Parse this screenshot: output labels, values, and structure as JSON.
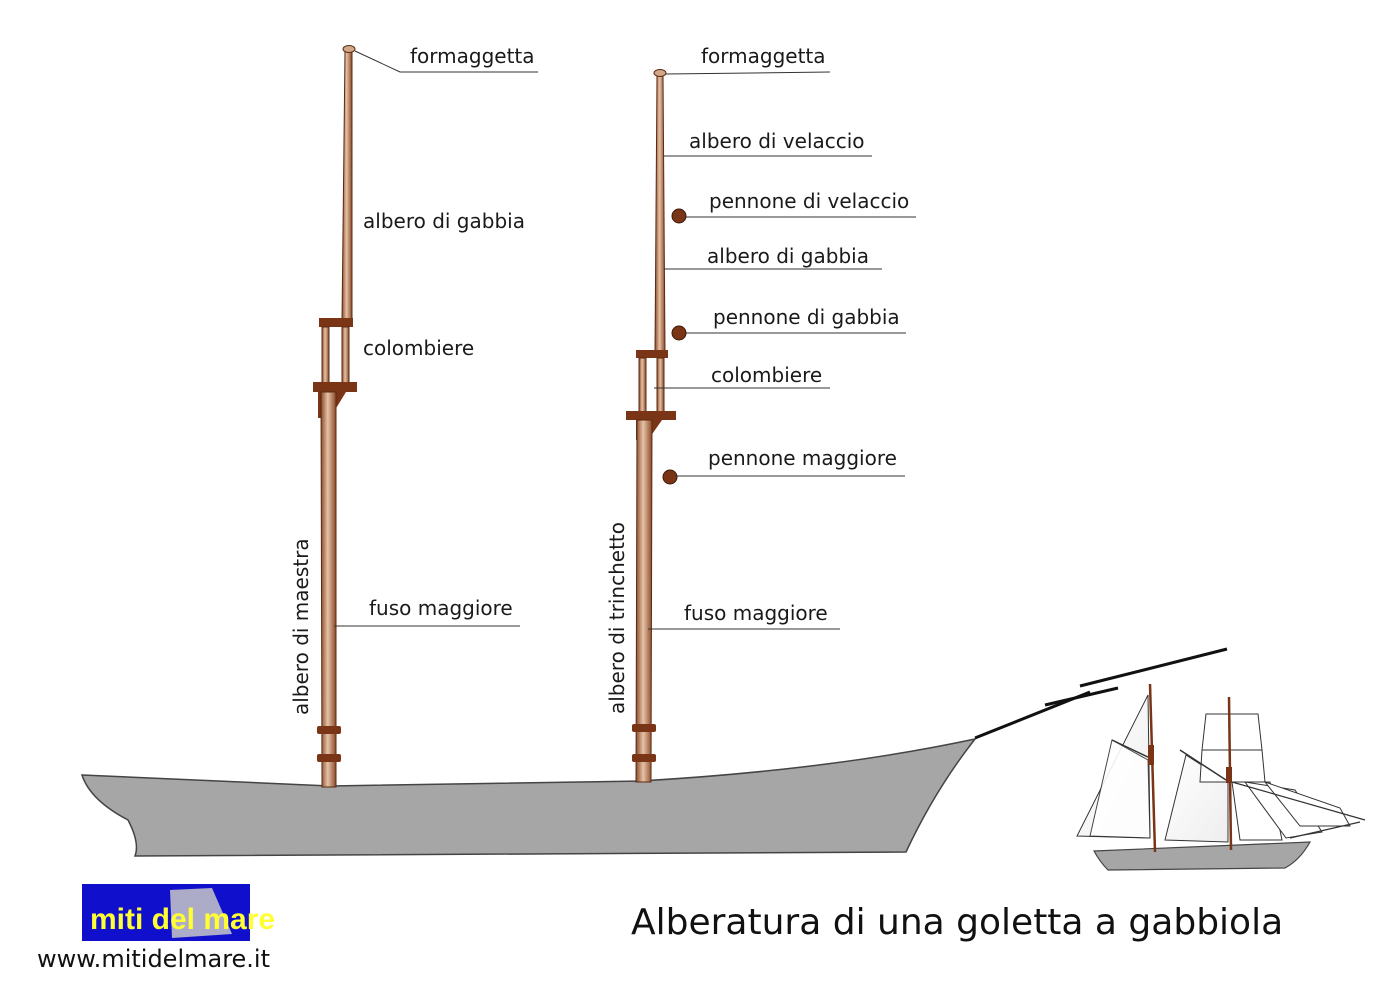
{
  "diagram": {
    "title": "Alberatura di una goletta a gabbiola",
    "website": "www.mitidelmare.it",
    "logo_text": "miti del mare",
    "colors": {
      "hull": "#a6a6a6",
      "mast_wood": "#c89877",
      "dark_wood": "#7a3416",
      "logo_bg": "#1010cc",
      "logo_text": "#ffff33"
    },
    "masts": [
      {
        "name": "albero di maestra",
        "labels": {
          "truck": "formaggetta",
          "topmast": "albero di gabbia",
          "cap": "colombiere",
          "lower_mast": "fuso maggiore"
        }
      },
      {
        "name": "albero di trinchetto",
        "labels": {
          "truck": "formaggetta",
          "topgallant_mast": "albero di velaccio",
          "topgallant_yard": "pennone di velaccio",
          "topmast": "albero di gabbia",
          "topsail_yard": "pennone di gabbia",
          "cap": "colombiere",
          "main_yard": "pennone maggiore",
          "lower_mast": "fuso maggiore"
        }
      }
    ]
  }
}
